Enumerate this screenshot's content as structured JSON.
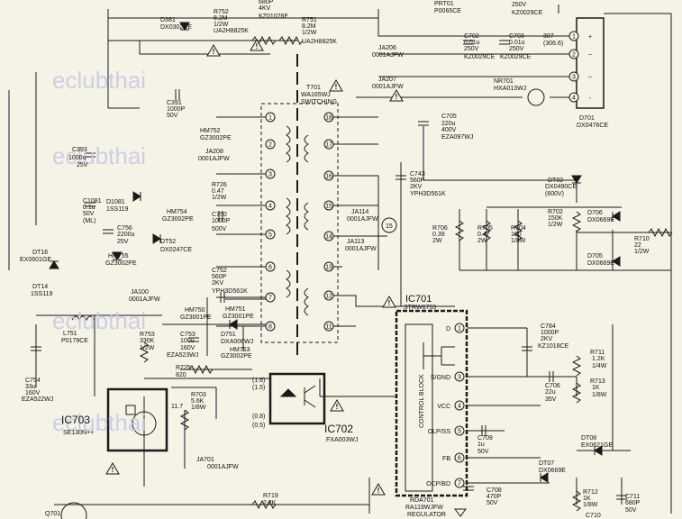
{
  "watermark": "eclubthai",
  "transformer": {
    "ref": "T701",
    "part": "WA165WJ",
    "desc": "SWITCHING"
  },
  "ics": {
    "ic701": {
      "ref": "IC701",
      "part": "STRW6753",
      "block": "CONTROL BLOCK",
      "pins": [
        "D",
        "S/GND",
        "VCC",
        "OLP/SS",
        "FB",
        "OCP/BD"
      ]
    },
    "ic702": {
      "ref": "IC702",
      "part": "FXA003WJ"
    },
    "ic703": {
      "ref": "IC703",
      "part": "SE130N++"
    }
  },
  "bridge": {
    "ref": "D701",
    "part": "DX0476CE",
    "pins": [
      "+",
      "~",
      "~",
      "-"
    ]
  },
  "labels": {
    "d381": "D381",
    "d381p": "DX0302CE",
    "r752": "R752",
    "r752v": "8.2M",
    "r752w": "1/2W",
    "r752p": "UA2H8825K",
    "r751": "R751",
    "r751v": "8.2M",
    "r751w": "1/2W",
    "r751p": "UA2H8825K",
    "top1": "680P",
    "top2": "4KV",
    "top3": "KZ01026E",
    "prt": "PRT01",
    "prtp": "P0065CE",
    "c7x": "250V",
    "c7xp": "KZ0029CE",
    "c391": "C391",
    "c391v": "1000P",
    "c391w": "50V",
    "c393": "C393",
    "c393v": "1000u",
    "c393w": "25V",
    "hm752": "HM752",
    "hm752p": "GZ3002PE",
    "ja208": "JA208",
    "ja208p": "0001AJFW",
    "ja206": "JA206",
    "ja206p": "0001AJFW",
    "ja207": "JA207",
    "ja207p": "0001AJFW",
    "c702": "C702",
    "c702v": "0.01u",
    "c702w": "250V",
    "c702p": "KZ0029CE",
    "c703": "C703",
    "c703v": "0.01u",
    "c703w": "250V",
    "c703p": "KZ0029CE",
    "v307": "307",
    "v306": "(306.6)",
    "nr701": "NR701",
    "nr701p": "HXA013WJ",
    "c705": "C705",
    "c705v": "220u",
    "c705w": "400V",
    "c705p": "EZA097WJ",
    "c743": "C743",
    "c743v": "560P",
    "c743w": "2KV",
    "c743p": "YPH3D561K",
    "dt02": "DT02",
    "dt02p": "DX0490CE",
    "dt02w": "(600V)",
    "r702": "R702",
    "r702v": "150K",
    "r702w": "1/2W",
    "d706": "D706",
    "d706p": "DX0669E",
    "d705": "D705",
    "d705p": "DX0669E",
    "r710": "R710",
    "r710v": "22",
    "r710w": "1/2W",
    "r706": "R706",
    "r706v": "0.39",
    "r706w": "2W",
    "r705": "R705",
    "r705v": "0.47",
    "r705w": "2W",
    "r704": "R704",
    "r704v": "100",
    "r704w": "1/8W",
    "ja114": "JA114",
    "ja114p": "0001AJFW",
    "ja113": "JA113",
    "ja113p": "0001AJFW",
    "n15": "15",
    "c1081": "C1081",
    "c1081v": "0.1u",
    "c1081w": "50V",
    "c1081m": "(ML)",
    "d1081": "D1081",
    "d1081p": "1SS119",
    "r726": "R726",
    "r726v": "0.47",
    "r726w": "1/2W",
    "hm754": "HM754",
    "hm754p": "GZ3002PE",
    "c750": "C750",
    "c750v": "1000P",
    "c750w": "500V",
    "c756": "C756",
    "c756v": "2200u",
    "c756w": "25V",
    "dt52": "DT52",
    "dt52p": "DX0247CE",
    "hm755": "HM755",
    "hm755p": "GZ3002PE",
    "dt16": "DT16",
    "dt16p": "EX0601GE",
    "dt14": "DT14",
    "dt14p": "1SS119",
    "c752": "C752",
    "c752v": "560P",
    "c752w": "2KV",
    "c752p": "YPH3D561K",
    "ja100": "JA100",
    "ja100p": "0001AJFW",
    "hm750": "HM750",
    "hm750p": "GZ3001PE",
    "hm751": "HM751",
    "hm751p": "GZ3001PE",
    "l751": "L751",
    "l751p": "P0179CE",
    "r753": "R753",
    "r753v": "330K",
    "r753w": "1/2W",
    "c753": "C753",
    "c753v": "100u",
    "c753w": "160V",
    "c753p": "EZA523WJ",
    "d751": "D751",
    "d751p": "DXA006WJ",
    "hm753": "HM753",
    "hm753p": "GZ3002PE",
    "r725": "R725",
    "r725v": "820",
    "c754": "C754",
    "c754v": "33u",
    "c754w": "160V",
    "c754p": "EZA522WJ",
    "r703": "R703",
    "r703v": "5.6K",
    "r703w": "1/8W",
    "v115": "(1.6)",
    "v115b": "(1.5)",
    "v11": "11.7",
    "v108": "(0.8)",
    "v105": "(0.5)",
    "ja701": "JA701",
    "ja701p": "0001AJFW",
    "c784": "C784",
    "c784v": "1000P",
    "c784w": "2KV",
    "c784p": "KZ1018CE",
    "r711": "R711",
    "r711v": "1.2K",
    "r711w": "1/4W",
    "c706": "C706",
    "c706v": "22u",
    "c706w": "35V",
    "r713": "R713",
    "r713v": "1K",
    "r713w": "1/8W",
    "c709": "C709",
    "c709v": "1u",
    "c709w": "50V",
    "dt08": "DT08",
    "dt08p": "EX0621GE",
    "dt07": "DT07",
    "dt07p": "DX0669E",
    "c708": "C708",
    "c708v": "470P",
    "c708w": "50V",
    "r712": "R712",
    "r712v": "1K",
    "r712w": "1/8W",
    "c711": "C711",
    "c711v": "680P",
    "c711w": "50V",
    "rda701": "RDA701",
    "rda701p": "RA119WJFW",
    "rda701d": "REGULATOR",
    "r719": "R719",
    "r719v": "2.2K",
    "q701": "Q701",
    "c710": "C710"
  }
}
